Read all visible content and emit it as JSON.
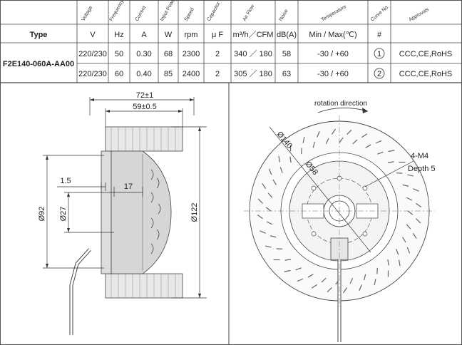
{
  "table": {
    "rotated_headers": [
      "Voltage",
      "Frequency",
      "Current",
      "Input Power",
      "Speed",
      "Capacitor",
      "Air Flow",
      "Noise",
      "Temperature",
      "Curve No.",
      "Approvals"
    ],
    "header_row": {
      "type": "Type",
      "volt": "V",
      "freq": "Hz",
      "curr": "A",
      "power": "W",
      "speed": "rpm",
      "cap": "μ F",
      "airflow": "m³/h／CFM",
      "noise": "dB(A)",
      "temp": "Min / Max(℃)",
      "curve": "#"
    },
    "model": "F2E140-060A-AA00",
    "rows": [
      {
        "volt": "220/230",
        "freq": "50",
        "curr": "0.30",
        "power": "68",
        "speed": "2300",
        "cap": "2",
        "airflow": "340 ／ 180",
        "noise": "58",
        "temp": "-30 / +60",
        "curve": "1",
        "approvals": "CCC,CE,RoHS"
      },
      {
        "volt": "220/230",
        "freq": "60",
        "curr": "0.40",
        "power": "85",
        "speed": "2400",
        "cap": "2",
        "airflow": "305 ／ 180",
        "noise": "63",
        "temp": "-30 / +60",
        "curve": "2",
        "approvals": "CCC,CE,RoHS"
      }
    ]
  },
  "side_view": {
    "width_total": "72±1",
    "width_inner": "59±0.5",
    "dim_15": "1.5",
    "dim_17": "17",
    "dia_92": "Ø92",
    "dia_27": "Ø27",
    "dia_122": "Ø122"
  },
  "front_view": {
    "rotation_label": "rotation direction",
    "dia_140": "Ø140",
    "dia_58": "Ø58",
    "holes": "4-M4",
    "depth": "Depth 5"
  }
}
